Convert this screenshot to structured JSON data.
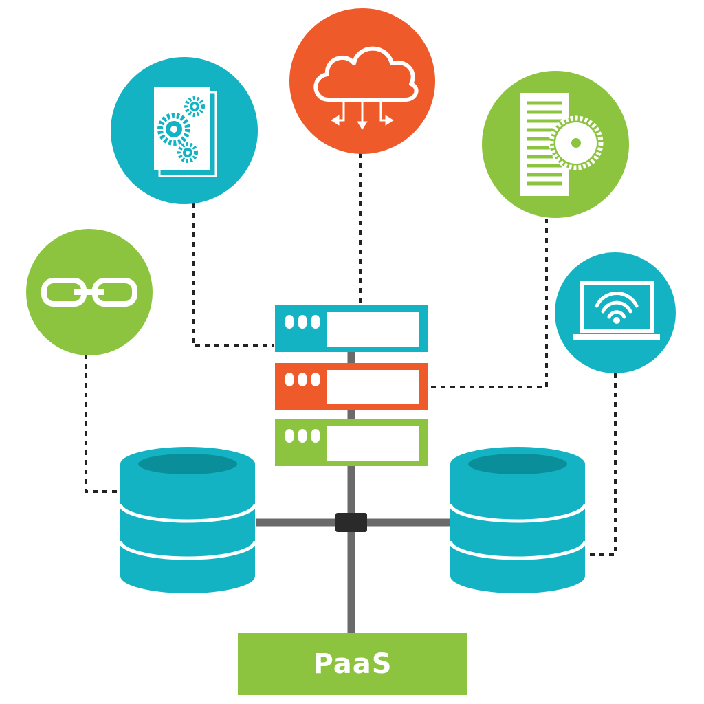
{
  "colors": {
    "teal": "#14b3c3",
    "teal_dark": "#0a8f9a",
    "orange": "#ef5a2a",
    "green": "#8cc43f",
    "gray": "#6a6a6a",
    "connector": "#2a2a2a",
    "dots": "#222222",
    "white": "#ffffff"
  },
  "nodes": [
    {
      "id": "document-gears",
      "icon": "document-gears-icon",
      "color": "teal"
    },
    {
      "id": "cloud",
      "icon": "cloud-download-icon",
      "color": "orange"
    },
    {
      "id": "server-config",
      "icon": "server-gear-icon",
      "color": "green"
    },
    {
      "id": "link",
      "icon": "chain-link-icon",
      "color": "green"
    },
    {
      "id": "laptop-wifi",
      "icon": "laptop-wifi-icon",
      "color": "teal"
    }
  ],
  "server_stack": [
    "teal",
    "orange",
    "green"
  ],
  "databases": [
    "left-database",
    "right-database"
  ],
  "platform": {
    "label": "PaaS",
    "color": "green"
  }
}
